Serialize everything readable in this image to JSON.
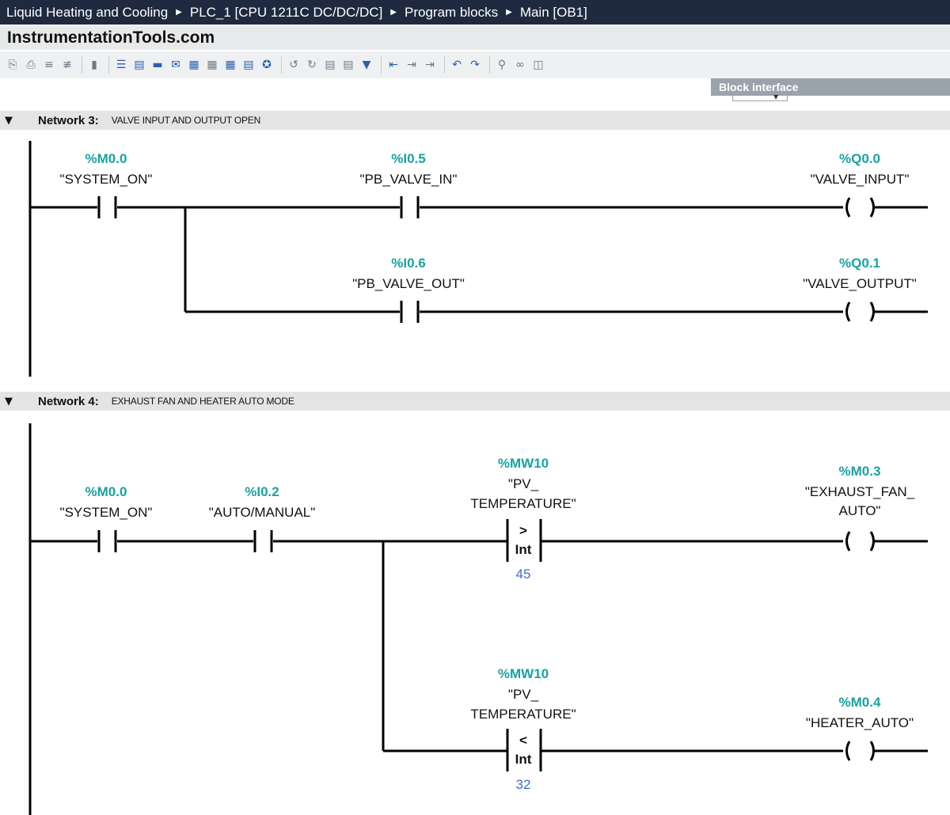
{
  "breadcrumb": [
    "Liquid Heating and Cooling",
    "PLC_1 [CPU 1211C DC/DC/DC]",
    "Program blocks",
    "Main [OB1]"
  ],
  "watermark": "InstrumentationTools.com",
  "toolbar": {
    "icons": [
      "insert-network-icon",
      "delete-network-icon",
      "insert-row-icon",
      "add-row-icon",
      "open-box-icon",
      "close-branch-icon",
      "absolute-operands-icon",
      "toggle-operands-icon",
      "display-favorites-icon",
      "comment-icon",
      "tag-info-icon",
      "symbol-info-icon",
      "tag-info-2-icon",
      "network-comment-icon",
      "highlight-icon",
      "go-to-icon",
      "monitoring-icon",
      "modify-icon",
      "download-icon",
      "compare-icon",
      "indent-icon",
      "outdent-icon",
      "jump-previous-icon",
      "jump-next-icon",
      "cross-ref-icon",
      "glasses-icon",
      "db-icon"
    ]
  },
  "block_interface": {
    "label": "Block interface"
  },
  "networks": [
    {
      "title": "Network 3:",
      "comment": "VALVE INPUT AND OUTPUT OPEN",
      "elements": {
        "c1": {
          "addr": "%M0.0",
          "tag": "\"SYSTEM_ON\""
        },
        "c2": {
          "addr": "%I0.5",
          "tag": "\"PB_VALVE_IN\""
        },
        "c3": {
          "addr": "%I0.6",
          "tag": "\"PB_VALVE_OUT\""
        },
        "q1": {
          "addr": "%Q0.0",
          "tag": "\"VALVE_INPUT\""
        },
        "q2": {
          "addr": "%Q0.1",
          "tag": "\"VALVE_OUTPUT\""
        }
      }
    },
    {
      "title": "Network 4:",
      "comment": "EXHAUST FAN AND HEATER AUTO MODE",
      "elements": {
        "c1": {
          "addr": "%M0.0",
          "tag": "\"SYSTEM_ON\""
        },
        "c2": {
          "addr": "%I0.2",
          "tag": "\"AUTO/MANUAL\""
        },
        "cmp1": {
          "addr": "%MW10",
          "tag1": "\"PV_",
          "tag2": "TEMPERATURE\"",
          "op": ">",
          "type": "Int",
          "value": "45"
        },
        "cmp2": {
          "addr": "%MW10",
          "tag1": "\"PV_",
          "tag2": "TEMPERATURE\"",
          "op": "<",
          "type": "Int",
          "value": "32"
        },
        "q1": {
          "addr": "%M0.3",
          "tag1": "\"EXHAUST_FAN_",
          "tag2": "AUTO\""
        },
        "q2": {
          "addr": "%M0.4",
          "tag": "\"HEATER_AUTO\""
        }
      }
    }
  ]
}
